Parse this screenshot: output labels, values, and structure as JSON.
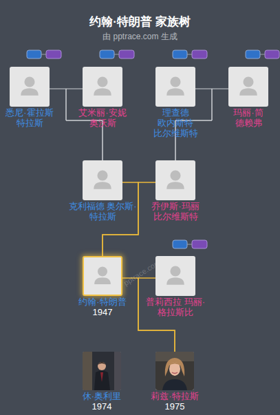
{
  "diagram": {
    "title": "约翰·特朗普 家族树",
    "nodes": [
      {
        "text": [
          "悉尼·霍拉斯 特拉斯"
        ]
      },
      {
        "text": [
          "艾米丽·安妮 奥沃斯"
        ]
      },
      {
        "text": [
          "理查德 欧内斯特 比尔维斯特"
        ]
      },
      {
        "text": [
          "玛丽·简 德赖弗"
        ]
      },
      {
        "text": [
          "克利福德 奥尔斯·特拉斯"
        ]
      },
      {
        "text": [
          "乔伊斯·玛丽 比尔维斯特"
        ]
      },
      {
        "text": [
          "约翰·特朗普",
          "1947"
        ]
      },
      {
        "text": [
          "普莉西拉 玛丽·格拉斯比"
        ]
      },
      {
        "text": [
          "休·奥利里",
          "1974"
        ]
      },
      {
        "text": [
          "莉兹·特拉斯",
          "1975"
        ]
      }
    ],
    "edges": [
      {
        "from": 0,
        "to": 4,
        "arrow": "none"
      },
      {
        "from": 1,
        "to": 4,
        "arrow": "none"
      },
      {
        "from": 2,
        "to": 5,
        "arrow": "none"
      },
      {
        "from": 3,
        "to": 5,
        "arrow": "none"
      },
      {
        "from": 4,
        "to": 6,
        "arrow": "none"
      },
      {
        "from": 5,
        "to": 6,
        "arrow": "none"
      },
      {
        "from": 6,
        "to": 9,
        "arrow": "none"
      },
      {
        "from": 7,
        "to": 9,
        "arrow": "none"
      }
    ],
    "labels": [
      "由 pptrace.com 生成",
      "pptrace.com"
    ]
  }
}
